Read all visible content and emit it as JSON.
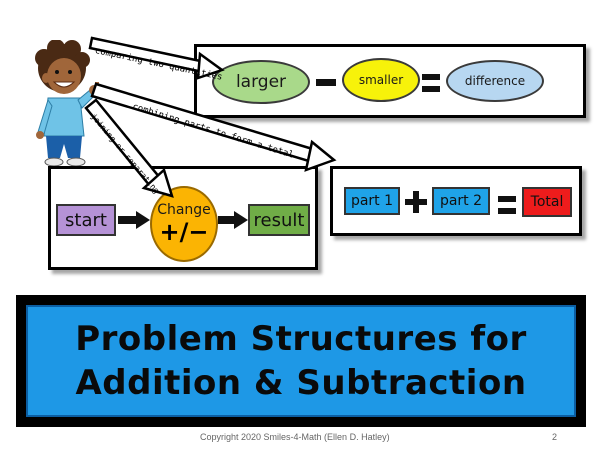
{
  "arrows": {
    "comparing": "comparing two quantities",
    "combining": "combining parts to form a total",
    "joining": "joining or separating"
  },
  "comparison": {
    "larger": "larger",
    "smaller": "smaller",
    "difference": "difference",
    "colors": {
      "larger": "#a9d98a",
      "smaller": "#f7f20a",
      "difference": "#b7d7f1"
    }
  },
  "parts": {
    "part1": "part 1",
    "part2": "part 2",
    "total": "Total",
    "colors": {
      "part": "#1fa3e8",
      "total": "#ee1c1c"
    }
  },
  "change": {
    "start": "start",
    "change_label": "Change",
    "change_sign": "+/−",
    "result": "result",
    "colors": {
      "start": "#b592d6",
      "change": "#fbb403",
      "result": "#70ad47"
    }
  },
  "title": {
    "line1": "Problem Structures for",
    "line2": "Addition & Subtraction",
    "color": "#1e98e6"
  },
  "footer": {
    "copyright": "Copyright 2020 Smiles-4-Math (Ellen D. Hatley)",
    "page_number": "2"
  }
}
